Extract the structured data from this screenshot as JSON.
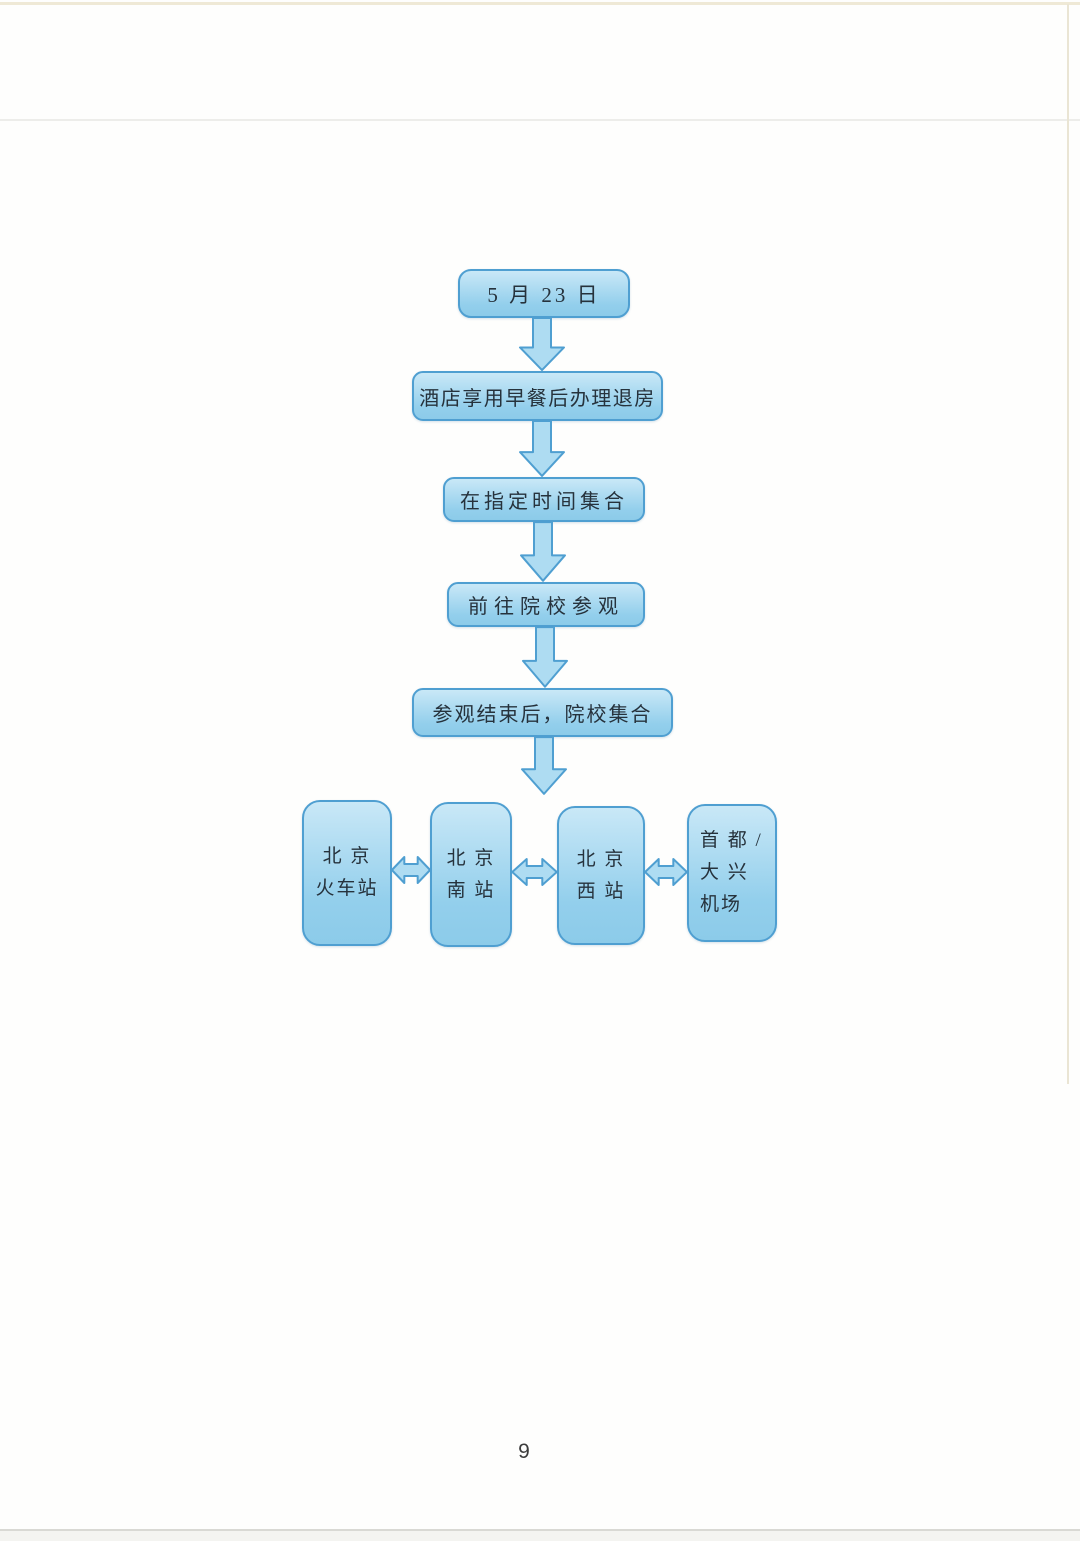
{
  "document": {
    "page_number": "9"
  },
  "flowchart": {
    "steps": [
      {
        "label": "5 月 23 日"
      },
      {
        "label": "酒店享用早餐后办理退房"
      },
      {
        "label": "在指定时间集合"
      },
      {
        "label": "前往院校参观"
      },
      {
        "label": "参观结束后，院校集合"
      }
    ],
    "stations": [
      {
        "label": "北 京\n火车站"
      },
      {
        "label": "北 京\n南 站"
      },
      {
        "label": "北 京\n西 站"
      },
      {
        "label": "首 都 /\n大 兴\n机场"
      }
    ]
  },
  "colors": {
    "box_fill_top": "#c9e8f7",
    "box_fill_bottom": "#93cfec",
    "box_border": "#4f9fd1",
    "arrow_fill": "#aedcf2",
    "arrow_stroke": "#4f9fd1",
    "text": "#26323c"
  }
}
